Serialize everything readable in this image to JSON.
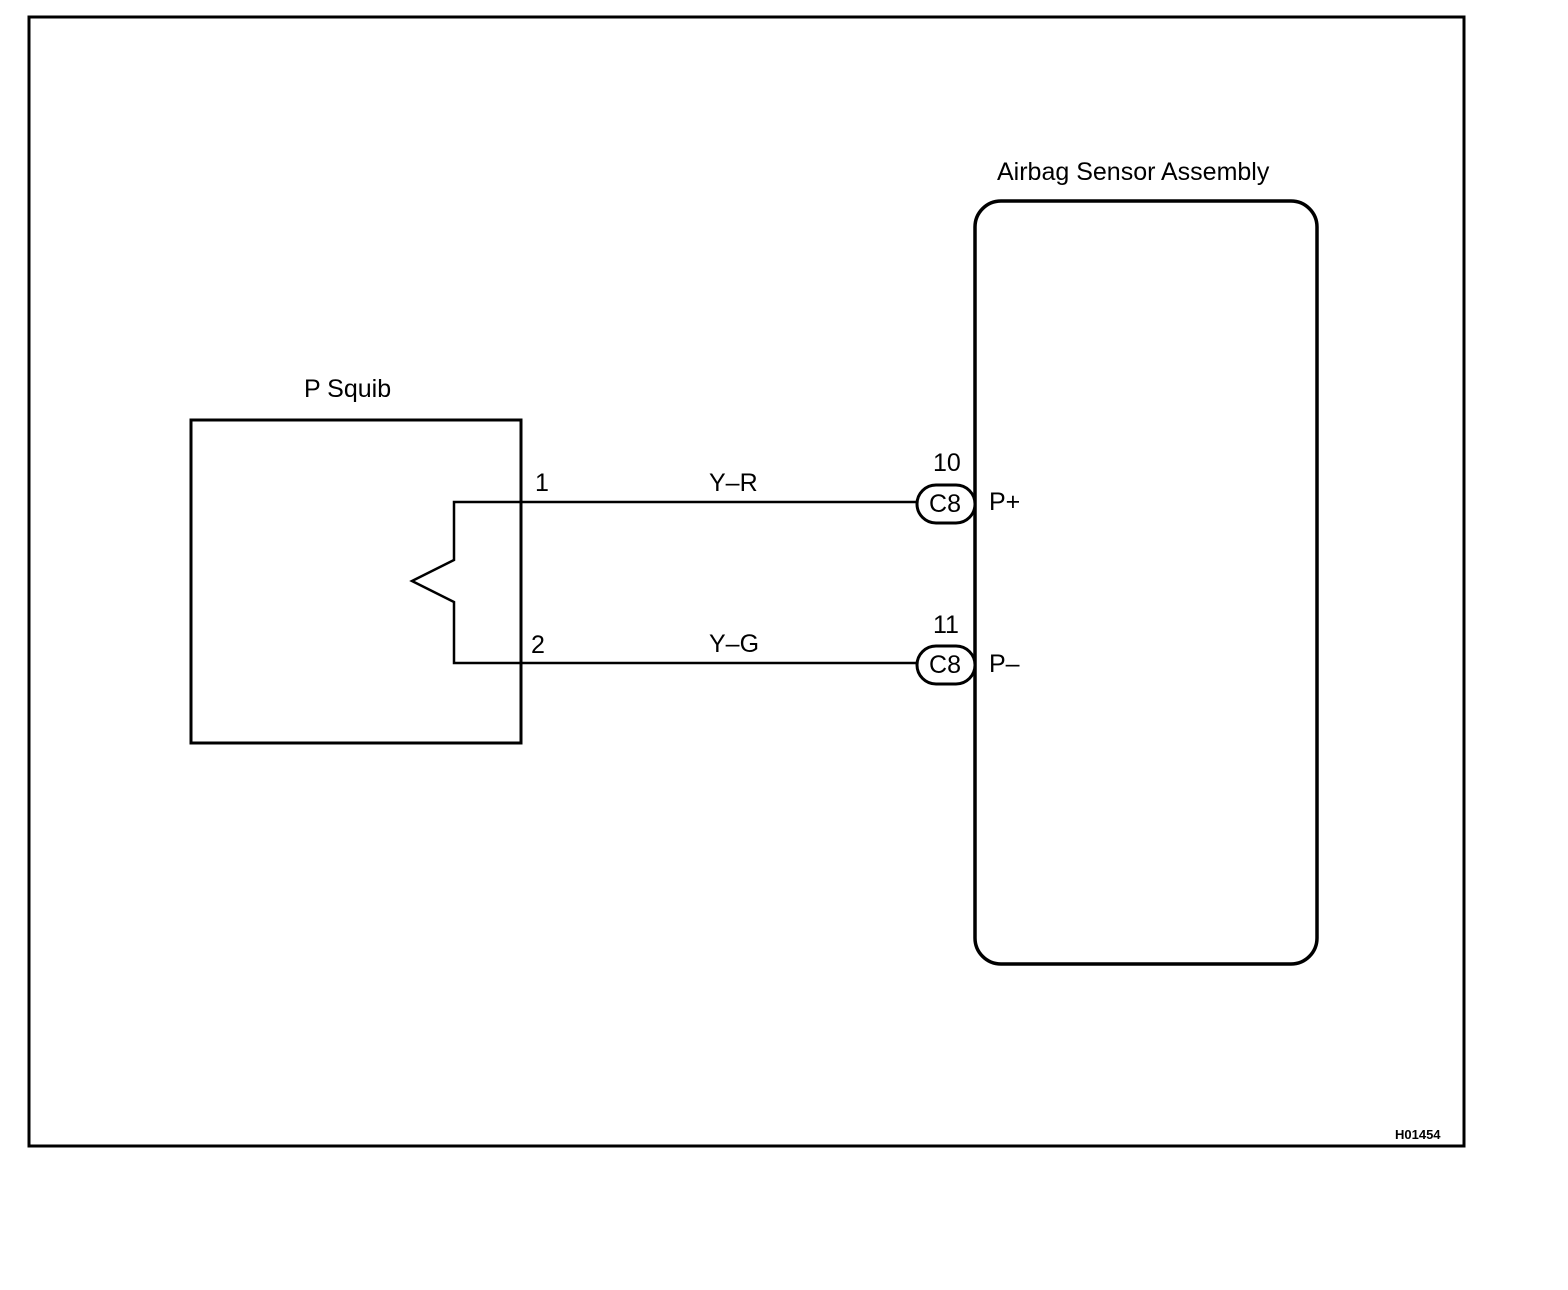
{
  "squib": {
    "title": "P Squib",
    "pin_1": "1",
    "pin_2": "2"
  },
  "sensor": {
    "title": "Airbag Sensor Assembly",
    "terminal_positive": "P+",
    "terminal_negative": "P–"
  },
  "connectors": {
    "positive": {
      "pin": "10",
      "code": "C8"
    },
    "negative": {
      "pin": "11",
      "code": "C8"
    }
  },
  "wires": {
    "positive_color": "Y–R",
    "negative_color": "Y–G"
  },
  "figure_id": "H01454",
  "colors": {
    "line": "#000000",
    "background": "#ffffff"
  }
}
